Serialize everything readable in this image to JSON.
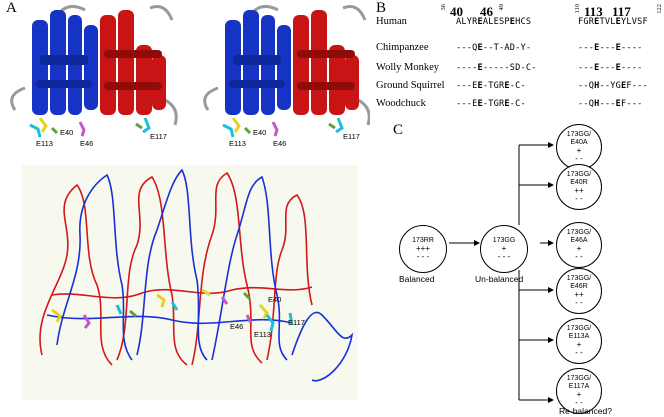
{
  "panels": {
    "a": "A",
    "b": "B",
    "c": "C"
  },
  "panel_a": {
    "stereo_labels": [
      "E40",
      "E113",
      "E46",
      "E117"
    ],
    "bottom_labels": [
      "E40",
      "E46",
      "E113",
      "E117"
    ],
    "colors": {
      "blue": "#1533c4",
      "red": "#c81414",
      "yellow": "#e6d21e",
      "cyan": "#19c2d6",
      "magenta": "#c357c8",
      "green": "#5fa431"
    }
  },
  "panel_b": {
    "ruler1": [
      {
        "text": "36",
        "size": "small"
      },
      {
        "text": "40",
        "size": "big"
      },
      {
        "text": "46",
        "size": "big"
      },
      {
        "text": "49",
        "size": "small"
      }
    ],
    "ruler2": [
      {
        "text": "110",
        "size": "small"
      },
      {
        "text": "113",
        "size": "big"
      },
      {
        "text": "117",
        "size": "big"
      },
      {
        "text": "122",
        "size": "small"
      }
    ],
    "rows": [
      {
        "species": "Human",
        "seq1": "ALYR<b>E</b>ALESP<b>E</b>HCS",
        "seq2": "FGR<b>E</b>TVL<b>E</b>YLVSF"
      },
      {
        "species": "Chimpanzee",
        "seq1": "---Q<b>E</b>--T-AD-Y-",
        "seq2": "---<b>E</b>---<b>E</b>----"
      },
      {
        "species": "Wolly Monkey",
        "seq1": "----<b>E</b>-----SD-C-",
        "seq2": "---<b>E</b>---<b>E</b>----"
      },
      {
        "species": "Ground Squirrel",
        "seq1": "---E<b>E</b>-TGR<b>E</b>-C-",
        "seq2": "--Q<b>H</b>--YG<b>E</b>F---"
      },
      {
        "species": "Woodchuck",
        "seq1": "---E<b>E</b>-TGR<b>E</b>-C-",
        "seq2": "--Q<b>H</b>---<b>E</b>F---"
      }
    ]
  },
  "panel_c": {
    "balanced": {
      "name": "173RR",
      "plus": "+++",
      "minus": "- - -",
      "caption": "Balanced"
    },
    "unbalanced": {
      "name": "173GG",
      "plus": "+",
      "minus": "- - -",
      "caption": "Un-balanced"
    },
    "mutants": [
      {
        "line1": "173GG/",
        "line2": "E40A",
        "plus": "+",
        "minus": "- -"
      },
      {
        "line1": "173GG/",
        "line2": "E40R",
        "plus": "++",
        "minus": "- -"
      },
      {
        "line1": "173GG/",
        "line2": "E46A",
        "plus": "+",
        "minus": "- -"
      },
      {
        "line1": "173GG/",
        "line2": "E46R",
        "plus": "++",
        "minus": "- -"
      },
      {
        "line1": "173GG/",
        "line2": "E113A",
        "plus": "+",
        "minus": "- -"
      },
      {
        "line1": "173GG/",
        "line2": "E117A",
        "plus": "+",
        "minus": "- -"
      }
    ],
    "rebalanced_caption": "Re-balanced?"
  }
}
